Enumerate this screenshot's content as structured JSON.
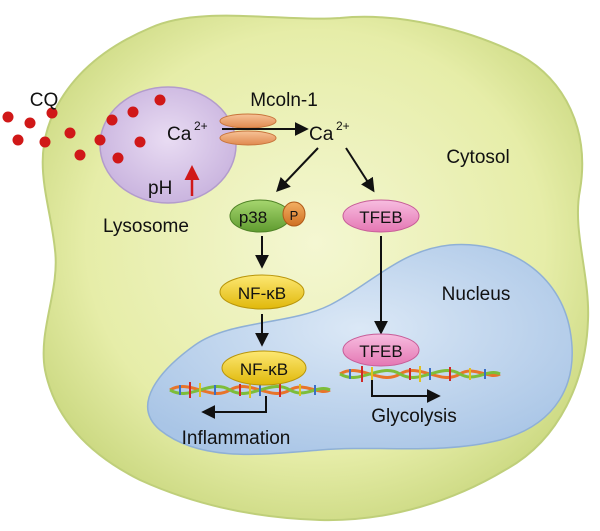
{
  "labels": {
    "cq": "CQ",
    "mcoln": "Mcoln-1",
    "ca_lyso": "Ca",
    "ca_cyto": "Ca",
    "ca_charge": "2+",
    "ph": "pH",
    "lysosome": "Lysosome",
    "cytosol": "Cytosol",
    "nucleus": "Nucleus",
    "p38": "p38",
    "p_badge": "P",
    "tfeb_cyto": "TFEB",
    "nfkb_cyto": "NF-κB",
    "nfkb_nuc": "NF-κB",
    "tfeb_nuc": "TFEB",
    "inflammation": "Inflammation",
    "glycolysis": "Glycolysis"
  },
  "colors": {
    "cell_fill": "#e8efb0",
    "cell_edge": "#c2d27c",
    "lysosome": "#d8c6e8",
    "nucleus": "#c2d7ee",
    "p38": "#7fb94c",
    "p_badge": "#e08a3a",
    "tfeb": "#ef8fc3",
    "nfkb": "#f2d21e",
    "channel": "#f0a66e",
    "cq_dots": "#d01818",
    "ph_arrow": "#d01818"
  }
}
